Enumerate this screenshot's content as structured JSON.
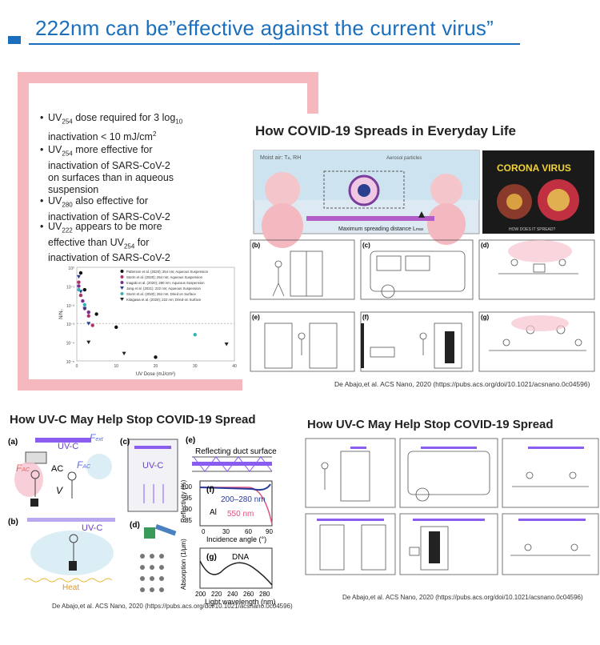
{
  "header": {
    "title": "222nm can be”effective against the current virus”"
  },
  "slide1": {
    "bullets": [
      {
        "pre": "UV",
        "sub": "254",
        "post": " dose required for 3 log",
        "sub2": "10",
        "post2": " inactivation < 10 mJ/cm",
        "sup": "2"
      },
      {
        "pre": "UV",
        "sub": "254",
        "post": " more effective for inactivation of SARS-CoV-2 on surfaces than in aqueous suspension"
      },
      {
        "pre": "UV",
        "sub": "280",
        "post": " also effective for inactivation of SARS-CoV-2"
      },
      {
        "pre": "UV",
        "sub": "222",
        "post": " appears to be more effective than UV",
        "sub2": "254",
        "post2": " for inactivation of SARS-CoV-2"
      }
    ],
    "chart_data": {
      "type": "scatter",
      "xlabel": "UV Dose (mJ/cm²)",
      "ylabel": "N/N₀",
      "xticks": [
        "0",
        "10",
        "20",
        "30",
        "40"
      ],
      "yticks": [
        "10⁰",
        "10⁻¹",
        "10⁻²",
        "10⁻³",
        "10⁻⁴",
        "10⁻⁵"
      ],
      "xlim": [
        0,
        40
      ],
      "ylim_log": [
        -5,
        0
      ],
      "legend": [
        {
          "name": "Patterson et al. (2020); 254 nm; Aqueous Suspension",
          "color": "#111111",
          "marker": "circle"
        },
        {
          "name": "Storm et al. (2020); 254 nm; Aqueous Suspension",
          "color": "#b0306a",
          "marker": "circle"
        },
        {
          "name": "Inagaki et al. (2020); 280 nm; Aqueous Suspension",
          "color": "#7a2a90",
          "marker": "circle"
        },
        {
          "name": "Jang et al. (2021); 222 nm; Aqueous Suspension",
          "color": "#2a3f8f",
          "marker": "triangle-down"
        },
        {
          "name": "Storm et al. (2020); 254 nm; Dried on Surface",
          "color": "#38b0b8",
          "marker": "circle"
        },
        {
          "name": "Kitagawa et al. (2020); 222 nm; Dried-on Surface",
          "color": "#222222",
          "marker": "triangle-down"
        }
      ],
      "series": [
        {
          "name": "Patterson et al. (2020); 254 nm; Aqueous Suspension",
          "x": [
            1,
            2,
            5,
            10,
            20
          ],
          "y": [
            -0.3,
            -1.2,
            -2.5,
            -3.2,
            -4.8
          ]
        },
        {
          "name": "Storm et al. (2020); 254 nm; Aqueous Suspension",
          "x": [
            0.5,
            1,
            2,
            3,
            4
          ],
          "y": [
            -0.8,
            -1.5,
            -2.2,
            -2.6,
            -3.1
          ]
        },
        {
          "name": "Inagaki et al. (2020); 280 nm; Aqueous Suspension",
          "x": [
            0.5,
            1.5,
            3
          ],
          "y": [
            -1.0,
            -1.8,
            -2.4
          ]
        },
        {
          "name": "Jang et al. (2021); 222 nm; Aqueous Suspension",
          "x": [
            0.5,
            1,
            2,
            3
          ],
          "y": [
            -0.5,
            -1.3,
            -2.2,
            -3.0
          ]
        },
        {
          "name": "Storm et al. (2020); 254 nm; Dried on Surface",
          "x": [
            0.5,
            2,
            30
          ],
          "y": [
            -1.2,
            -2.0,
            -3.6
          ]
        },
        {
          "name": "Kitagawa et al. (2020); 222 nm; Dried-on Surface",
          "x": [
            3,
            12,
            38
          ],
          "y": [
            -4.0,
            -4.6,
            -4.1
          ]
        }
      ]
    }
  },
  "covid": {
    "title": "How COVID-19 Spreads in Everyday Life",
    "panel_a": {
      "moist_air": "Moist air: T",
      "sub": "a",
      "rh": ", RH",
      "aerosol": "Aerosol particles",
      "distance": "Maximum spreading distance L",
      "dsub": "max"
    },
    "corona": {
      "title": "CORONA VIRUS",
      "sub": "HOW DOES IT SPREAD?"
    },
    "panels": [
      "(b)",
      "(c)",
      "(d)",
      "(e)",
      "(f)",
      "(g)"
    ],
    "citation": "De Abajo,et al. ACS Nano, 2020 (https://pubs.acs.org/doi/10.1021/acsnano.0c04596)"
  },
  "uv1": {
    "title": "How UV-C May Help Stop COVID-19 Spread",
    "a": "(a)",
    "b": "(b)",
    "c": "(c)",
    "d": "(d)",
    "e": "(e)",
    "f": "(f)",
    "g": "(g)",
    "uvc": "UV-C",
    "fext": "F",
    "fext_sub": "ext",
    "fac": "F",
    "fac_sub": "AC",
    "ac": "AC",
    "v": "V",
    "heat": "Heat",
    "reflecting": "Reflecting duct surface",
    "refl_axis": "Reflectivity (%)",
    "refl_ticks": [
      "100",
      "95",
      "90",
      "85"
    ],
    "angle_ticks": [
      "0",
      "30",
      "60",
      "90"
    ],
    "angle_label": "Incidence angle (°)",
    "band": "200–280 nm",
    "al": "Al",
    "wl550": "550 nm",
    "abs_axis": "Absorption (1/μm)",
    "dna": "DNA",
    "wl_ticks": [
      "200",
      "220",
      "240",
      "260",
      "280"
    ],
    "wl_label": "Light wavelength (nm)",
    "citation": "De Abajo,et al. ACS Nano, 2020 (https://pubs.acs.org/doi/10.1021/acsnano.0c04596)"
  },
  "uv2": {
    "title": "How UV-C May Help Stop COVID-19 Spread",
    "citation": "De Abajo,et al. ACS Nano, 2020 (https://pubs.acs.org/doi/10.1021/acsnano.0c04596)"
  },
  "colors": {
    "accent": "#1a6fbd",
    "pink_frame": "#f5b8bf",
    "uvc_purple": "#8a5cf0"
  }
}
